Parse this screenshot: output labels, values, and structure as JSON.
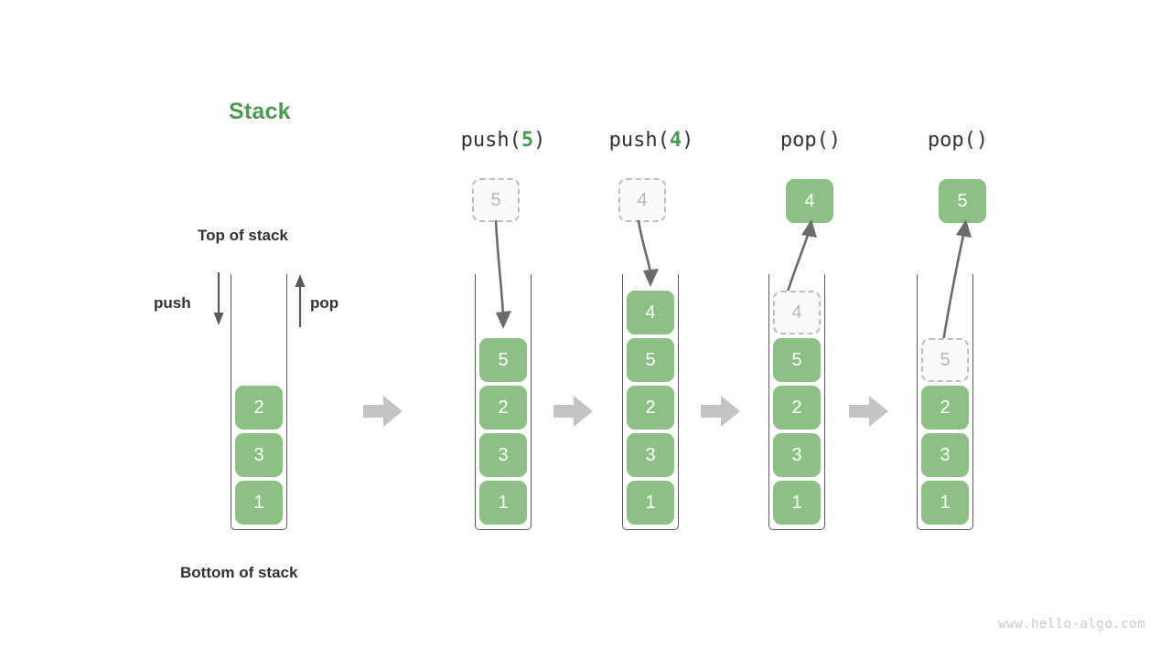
{
  "diagram": {
    "title": "Stack",
    "title_color": "#4a9a4f",
    "box_color": "#8cc084",
    "ghost_color": "#fafafa",
    "arrow_color": "#5a5a5a",
    "step_arrow_color": "#c4c4c4",
    "watermark": "www.hello-algo.com"
  },
  "labels": {
    "top_of_stack": "Top of stack",
    "bottom_of_stack": "Bottom of stack",
    "push": "push",
    "pop": "pop"
  },
  "columns": [
    {
      "id": "initial",
      "header": "",
      "header_fn": "",
      "header_arg": "",
      "stack": [
        "1",
        "3",
        "2"
      ],
      "ghost_in_stack": null,
      "ghost_above": null,
      "popped_above": null
    },
    {
      "id": "push-5",
      "header": "push(5)",
      "header_fn": "push(",
      "header_arg": "5",
      "header_close": ")",
      "stack": [
        "1",
        "3",
        "2",
        "5"
      ],
      "ghost_in_stack": null,
      "ghost_above": "5",
      "popped_above": null
    },
    {
      "id": "push-4",
      "header": "push(4)",
      "header_fn": "push(",
      "header_arg": "4",
      "header_close": ")",
      "stack": [
        "1",
        "3",
        "2",
        "5",
        "4"
      ],
      "ghost_in_stack": null,
      "ghost_above": "4",
      "popped_above": null
    },
    {
      "id": "pop-1",
      "header": "pop()",
      "header_fn": "pop(",
      "header_arg": "",
      "header_close": ")",
      "stack": [
        "1",
        "3",
        "2",
        "5"
      ],
      "ghost_in_stack": "4",
      "ghost_above": null,
      "popped_above": "4"
    },
    {
      "id": "pop-2",
      "header": "pop()",
      "header_fn": "pop(",
      "header_arg": "",
      "header_close": ")",
      "stack": [
        "1",
        "3",
        "2"
      ],
      "ghost_in_stack": "5",
      "ghost_above": null,
      "popped_above": "5"
    }
  ],
  "step_arrows": [
    "step-arrow-1",
    "step-arrow-2",
    "step-arrow-3",
    "step-arrow-4"
  ]
}
